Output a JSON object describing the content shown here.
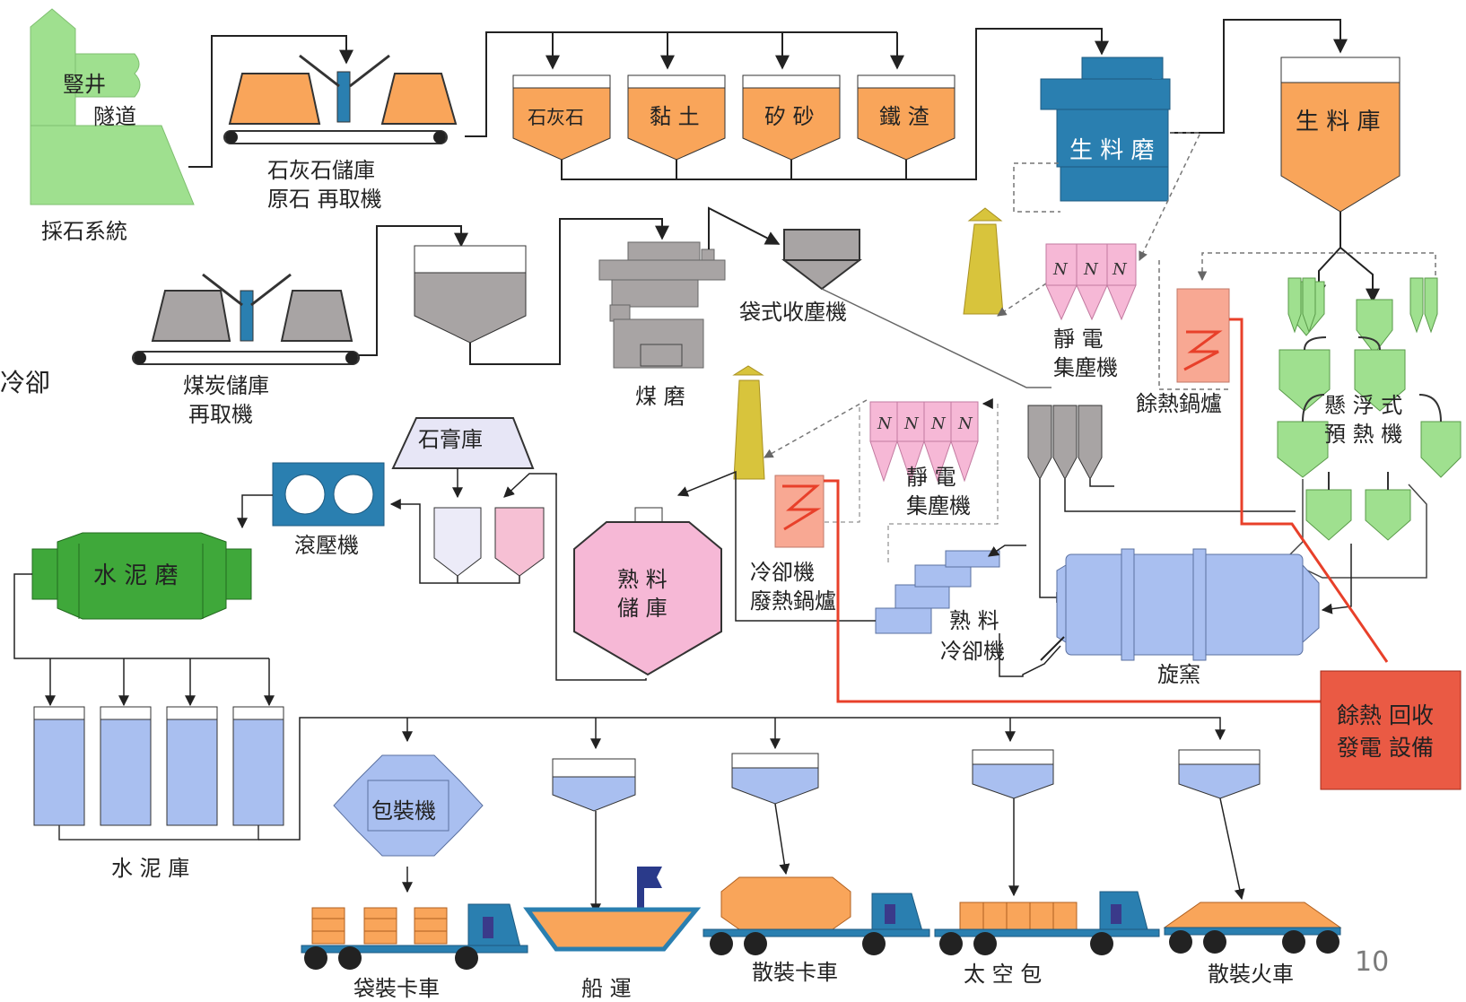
{
  "labels": {
    "shaft": "豎井",
    "tunnel": "隧道",
    "quarry": "採石系統",
    "limestone_store_1": "石灰石儲庫",
    "limestone_store_2": "原石 再取機",
    "hopper_1": "石灰石",
    "hopper_2": "黏 土",
    "hopper_3": "矽 砂",
    "hopper_4": "鐵 渣",
    "raw_mill": "生 料 磨",
    "raw_silo": "生 料 庫",
    "coal_store_1": "煤炭儲庫",
    "coal_store_2": "再取機",
    "coal_mill": "煤 磨",
    "bag_filter": "袋式收塵機",
    "esp_1a": "靜 電",
    "esp_1b": "集塵機",
    "whb_1": "餘熱鍋爐",
    "preheater_1": "懸 浮 式",
    "preheater_2": "預 熱 機",
    "gypsum": "石膏庫",
    "roller_press": "滾壓機",
    "cement_mill": "水 泥 磨",
    "esp_2a": "靜 電",
    "esp_2b": "集塵機",
    "clinker_silo_1": "熟 料",
    "clinker_silo_2": "儲 庫",
    "cooler_whb_1": "冷卻機",
    "cooler_whb_2": "廢熱鍋爐",
    "clinker_cooler_1": "熟 料",
    "clinker_cooler_2": "冷卻機",
    "kiln": "旋窯",
    "power_1": "餘熱 回收",
    "power_2": "發電 設備",
    "cement_silo": "水 泥 庫",
    "packer": "包裝機",
    "bag_truck": "袋裝卡車",
    "ship": "船 運",
    "bulk_truck": "散裝卡車",
    "jumbo_bag": "太 空 包",
    "bulk_train": "散裝火車",
    "left_edge": "冷卻",
    "page_number": "10"
  },
  "colors": {
    "orange": "#f9a55a",
    "green_light": "#9fe08f",
    "green_dark": "#3fa83a",
    "blue_dark": "#2a7fb0",
    "gray": "#a8a4a4",
    "pink": "#f6b8d6",
    "blue_light": "#a9bff0",
    "red": "#ea5a44",
    "salmon": "#f8a893",
    "yellow": "#d8c43c",
    "line_red": "#e8402a"
  }
}
